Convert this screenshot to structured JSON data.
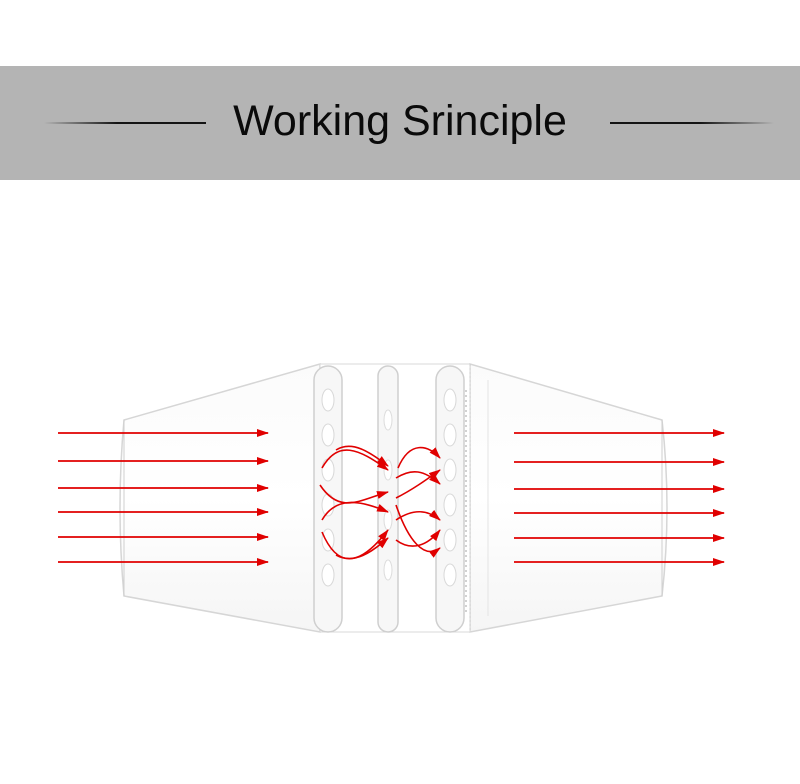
{
  "header": {
    "title": "Working Srinciple"
  },
  "colors": {
    "banner": "#b4b4b4",
    "title": "#0a0a0a",
    "arrow": "#e00000",
    "device_outline": "#d2d2d2"
  },
  "diagram": {
    "subject": "magnetic-fuel-saver-airflow",
    "inlet_arrows": 6,
    "outlet_arrows": 6
  }
}
